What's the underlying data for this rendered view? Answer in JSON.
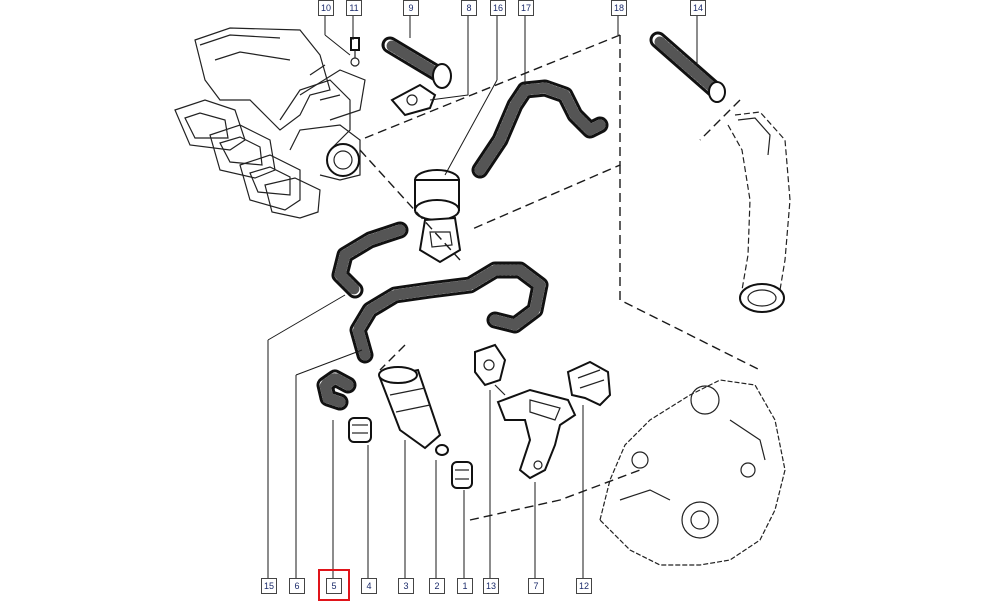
{
  "diagram": {
    "top_labels": [
      "10",
      "11",
      "9",
      "8",
      "16",
      "17",
      "18",
      "14"
    ],
    "bottom_labels": [
      "15",
      "6",
      "5",
      "4",
      "3",
      "2",
      "1",
      "13",
      "7",
      "12"
    ],
    "highlighted_label": "5",
    "highlight_color": "#e0141a"
  }
}
